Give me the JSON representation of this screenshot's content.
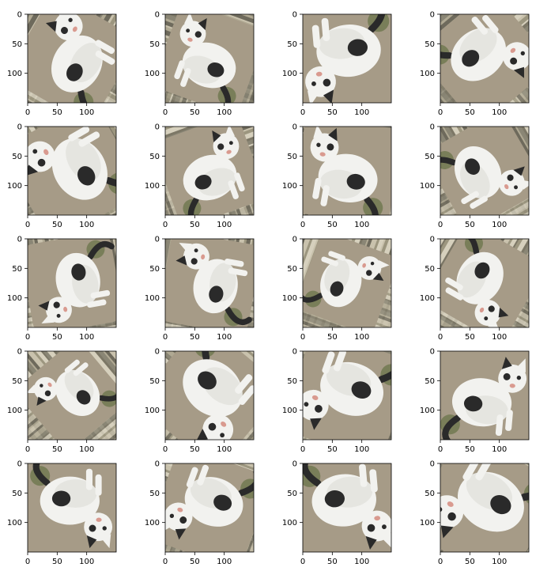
{
  "figure": {
    "rows": 5,
    "cols": 4,
    "subject": "augmented cat image"
  },
  "chart_data": {
    "type": "image-grid",
    "image_size": [
      150,
      150
    ],
    "xticks": [
      0,
      50,
      100
    ],
    "yticks": [
      0,
      50,
      100
    ],
    "xlim": [
      0,
      150
    ],
    "ylim": [
      150,
      0
    ],
    "panels": [
      {
        "rot": -60,
        "flip": false,
        "zoom": 1.2
      },
      {
        "rot": 20,
        "flip": true,
        "zoom": 1.1
      },
      {
        "rot": 175,
        "flip": false,
        "zoom": 1.3
      },
      {
        "rot": 140,
        "flip": true,
        "zoom": 1.2
      },
      {
        "rot": -120,
        "flip": false,
        "zoom": 1.3
      },
      {
        "rot": -20,
        "flip": false,
        "zoom": 1.1
      },
      {
        "rot": 10,
        "flip": true,
        "zoom": 1.2
      },
      {
        "rot": 60,
        "flip": false,
        "zoom": 1.1
      },
      {
        "rot": -100,
        "flip": true,
        "zoom": 1.1
      },
      {
        "rot": -80,
        "flip": false,
        "zoom": 1.1
      },
      {
        "rot": 110,
        "flip": true,
        "zoom": 1.0
      },
      {
        "rot": 120,
        "flip": false,
        "zoom": 1.1
      },
      {
        "rot": -130,
        "flip": false,
        "zoom": 1.0
      },
      {
        "rot": -140,
        "flip": true,
        "zoom": 1.3
      },
      {
        "rot": -160,
        "flip": false,
        "zoom": 1.3
      },
      {
        "rot": 5,
        "flip": false,
        "zoom": 1.2
      },
      {
        "rot": 180,
        "flip": true,
        "zoom": 1.2
      },
      {
        "rot": 200,
        "flip": false,
        "zoom": 1.2
      },
      {
        "rot": 175,
        "flip": true,
        "zoom": 1.3
      },
      {
        "rot": -150,
        "flip": false,
        "zoom": 1.4
      }
    ]
  },
  "colors": {
    "background_stripes": [
      "#8a8675",
      "#b0a993",
      "#6e6a5c",
      "#c9c2ad",
      "#9c967f",
      "#d6d0bd",
      "#7c7766"
    ],
    "ground": "#a69b87",
    "cat_fur": "#f2f2ef",
    "cat_shade": "#dcdcd6",
    "cat_spot": "#2a2a2a",
    "cat_nose": "#d99a8f",
    "grass": "#5b6b3a",
    "spine": "#000000"
  }
}
